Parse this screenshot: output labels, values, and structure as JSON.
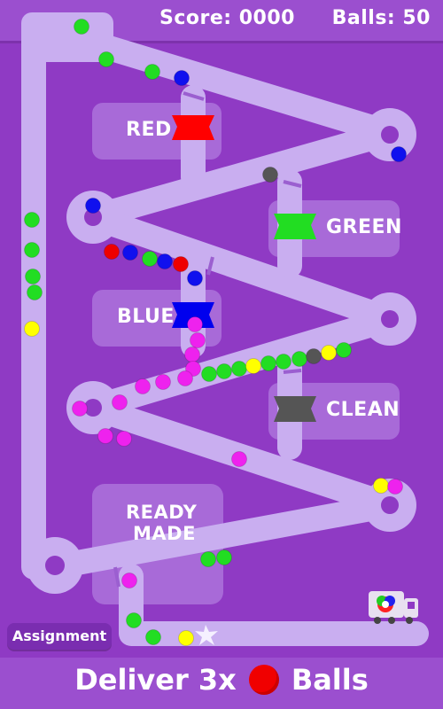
{
  "header": {
    "score_text": "Score: 0000",
    "balls_text": "Balls: 50"
  },
  "stations": [
    {
      "label": "RED",
      "color": "#ff0000"
    },
    {
      "label": "GREEN",
      "color": "#22dd22"
    },
    {
      "label": "BLUE",
      "color": "#0000ee"
    },
    {
      "label": "CLEAN",
      "color": "#555555"
    }
  ],
  "ready_made": {
    "line1": "READY",
    "line2": "MADE"
  },
  "assignment_button": "Assignment",
  "instruction": {
    "prefix": "Deliver 3x",
    "suffix": "Balls",
    "ball_color": "#f00000"
  },
  "colors": {
    "background": "#8f3ac4",
    "track": "#c9aef0",
    "panel": "#a86ad8",
    "ball_green": "#22dd22",
    "ball_blue": "#1010ee",
    "ball_red": "#ee0000",
    "ball_magenta": "#ee22ee",
    "ball_yellow": "#ffff00",
    "ball_gray": "#555555"
  },
  "icons": [
    "delivery-truck-icon",
    "star-burst-icon"
  ]
}
